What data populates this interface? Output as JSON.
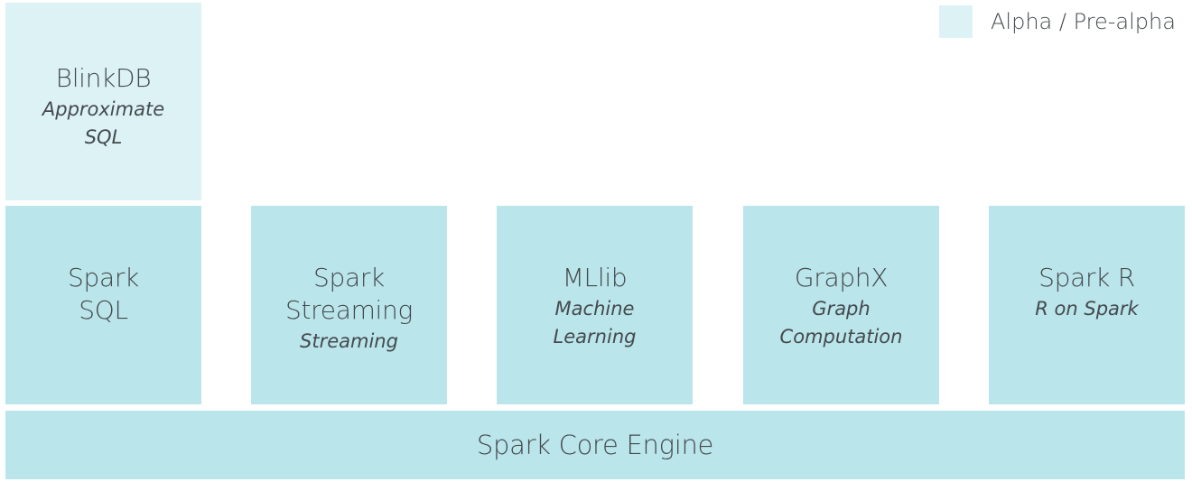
{
  "legend": {
    "label": "Alpha / Pre-alpha",
    "swatch_color": "#ddf2f5"
  },
  "colors": {
    "stable": "#bae5eb",
    "alpha": "#ddf2f5",
    "text": "#444a4d"
  },
  "alpha_components": [
    {
      "title": "BlinkDB",
      "subtitle": "Approximate\nSQL",
      "status": "alpha"
    }
  ],
  "library_components": [
    {
      "title": "Spark\nSQL",
      "subtitle": "",
      "status": "stable"
    },
    {
      "title": "Spark\nStreaming",
      "subtitle": "Streaming",
      "status": "stable"
    },
    {
      "title": "MLlib",
      "subtitle": "Machine\nLearning",
      "status": "stable"
    },
    {
      "title": "GraphX",
      "subtitle": "Graph\nComputation",
      "status": "stable"
    },
    {
      "title": "Spark R",
      "subtitle": "R on Spark",
      "status": "stable"
    }
  ],
  "core": {
    "title": "Spark Core Engine"
  }
}
